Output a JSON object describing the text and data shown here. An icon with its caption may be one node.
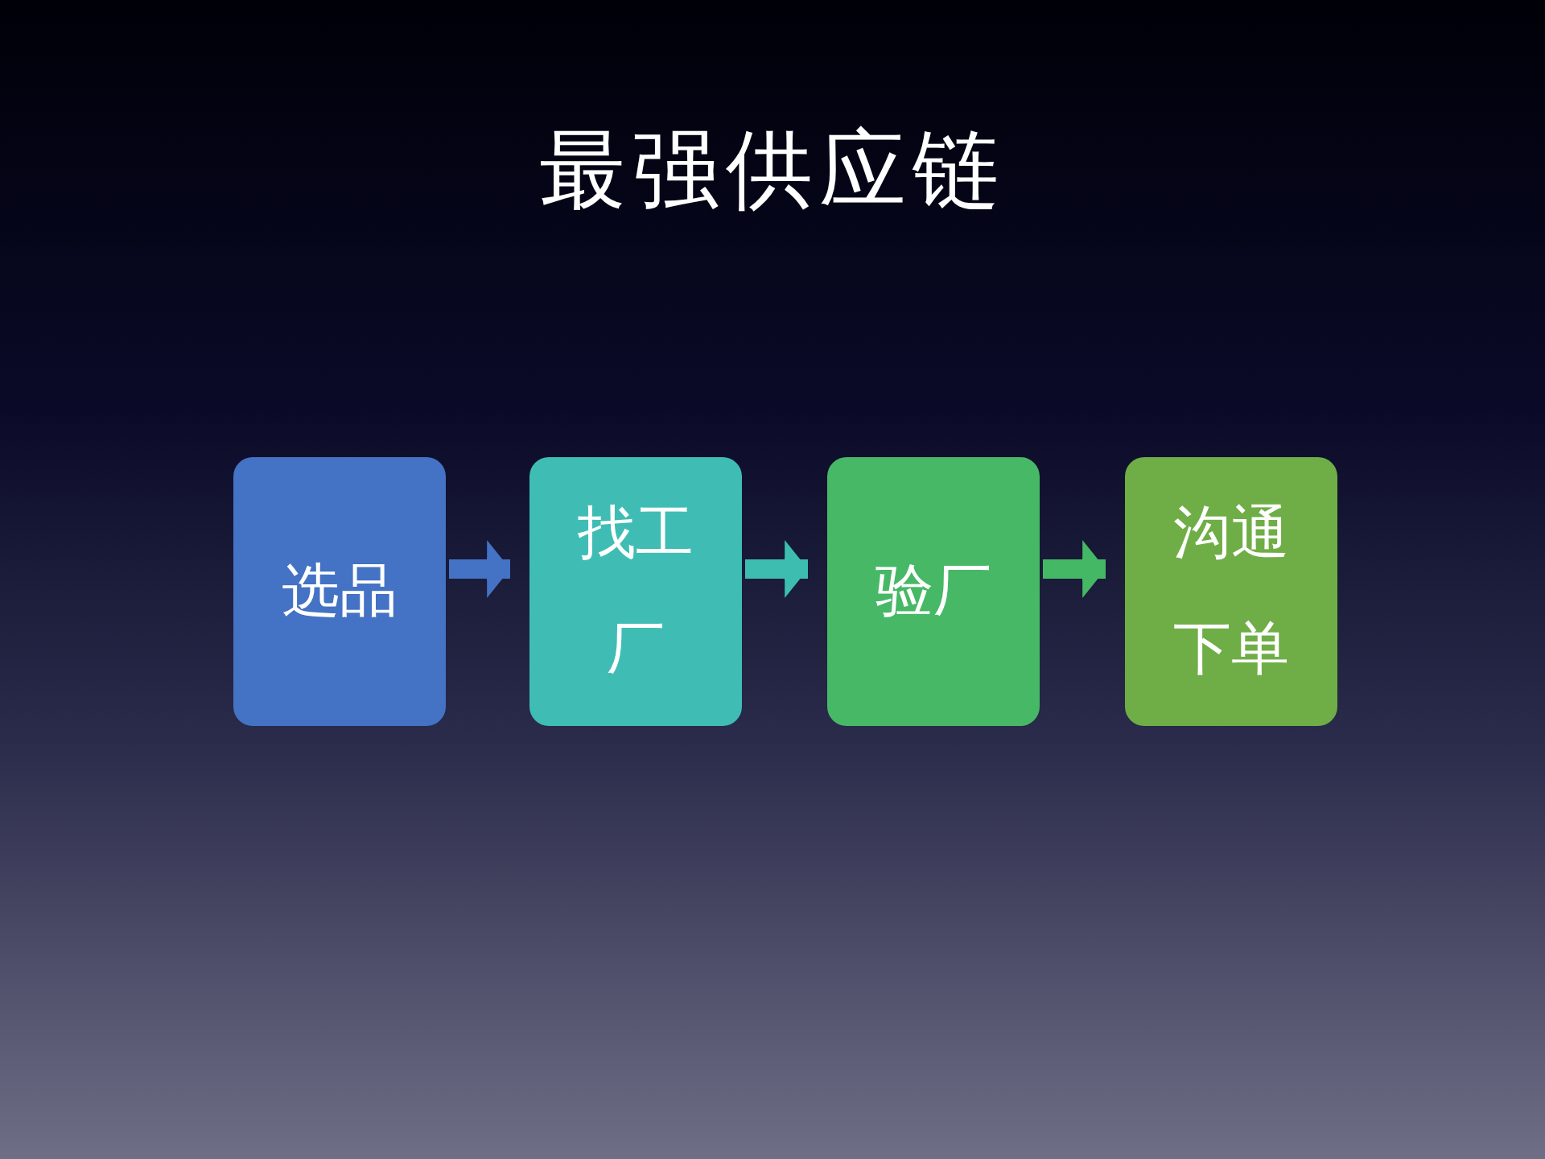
{
  "diagram": {
    "title": "最强供应链",
    "nodes": [
      {
        "text": [
          "选品"
        ]
      },
      {
        "text": [
          "找工厂"
        ]
      },
      {
        "text": [
          "验厂"
        ]
      },
      {
        "text": [
          "沟通下单"
        ]
      }
    ],
    "edges": [
      {
        "from": 0,
        "to": 1,
        "arrow": "to",
        "color": "#4472c4"
      },
      {
        "from": 1,
        "to": 2,
        "arrow": "to",
        "color": "#3dbdb0"
      },
      {
        "from": 2,
        "to": 3,
        "arrow": "to",
        "color": "#45b865"
      }
    ]
  }
}
